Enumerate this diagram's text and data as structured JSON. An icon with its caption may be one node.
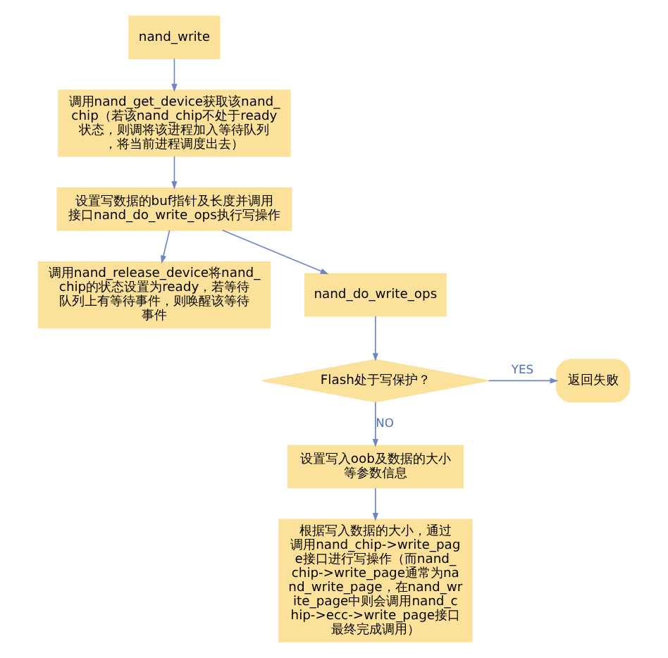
{
  "diagram": {
    "nodes": [
      {
        "text": [
          "nand_write"
        ]
      },
      {
        "text": [
          "调用nand_get_device获取该nand_chip（若该nand_chip不处于ready状态，则调将该进程加入等待队列，将当前进程调度出去）"
        ]
      },
      {
        "text": [
          "设置写数据的buf指针及长度并调用接口nand_do_write_ops执行写操作"
        ]
      },
      {
        "text": [
          "调用nand_release_device将nand_chip的状态设置为ready，若等待队列上有等待事件，则唤醒该等待事件"
        ]
      },
      {
        "text": [
          "nand_do_write_ops"
        ]
      },
      {
        "text": [
          "Flash处于写保护？"
        ]
      },
      {
        "text": [
          "返回失败"
        ]
      },
      {
        "text": [
          "设置写入oob及数据的大小等参数信息"
        ]
      },
      {
        "text": [
          "根据写入数据的大小，通过调用nand_chip->write_page接口进行写操作（而nand_chip->write_page通常为nand_write_page，在nand_write_page中则会调用nand_chip->ecc->write_page接口最终完成调用）"
        ]
      }
    ],
    "edges": [
      {
        "from": 0,
        "to": 1,
        "arrow": "to"
      },
      {
        "from": 1,
        "to": 2,
        "arrow": "to"
      },
      {
        "from": 2,
        "to": 3,
        "arrow": "to"
      },
      {
        "from": 2,
        "to": 4,
        "arrow": "to"
      },
      {
        "from": 4,
        "to": 5,
        "arrow": "to"
      },
      {
        "from": 5,
        "to": 6,
        "arrow": "to",
        "label": "YES"
      },
      {
        "from": 5,
        "to": 7,
        "arrow": "to",
        "label": "NO"
      },
      {
        "from": 7,
        "to": 8,
        "arrow": "to"
      }
    ]
  }
}
